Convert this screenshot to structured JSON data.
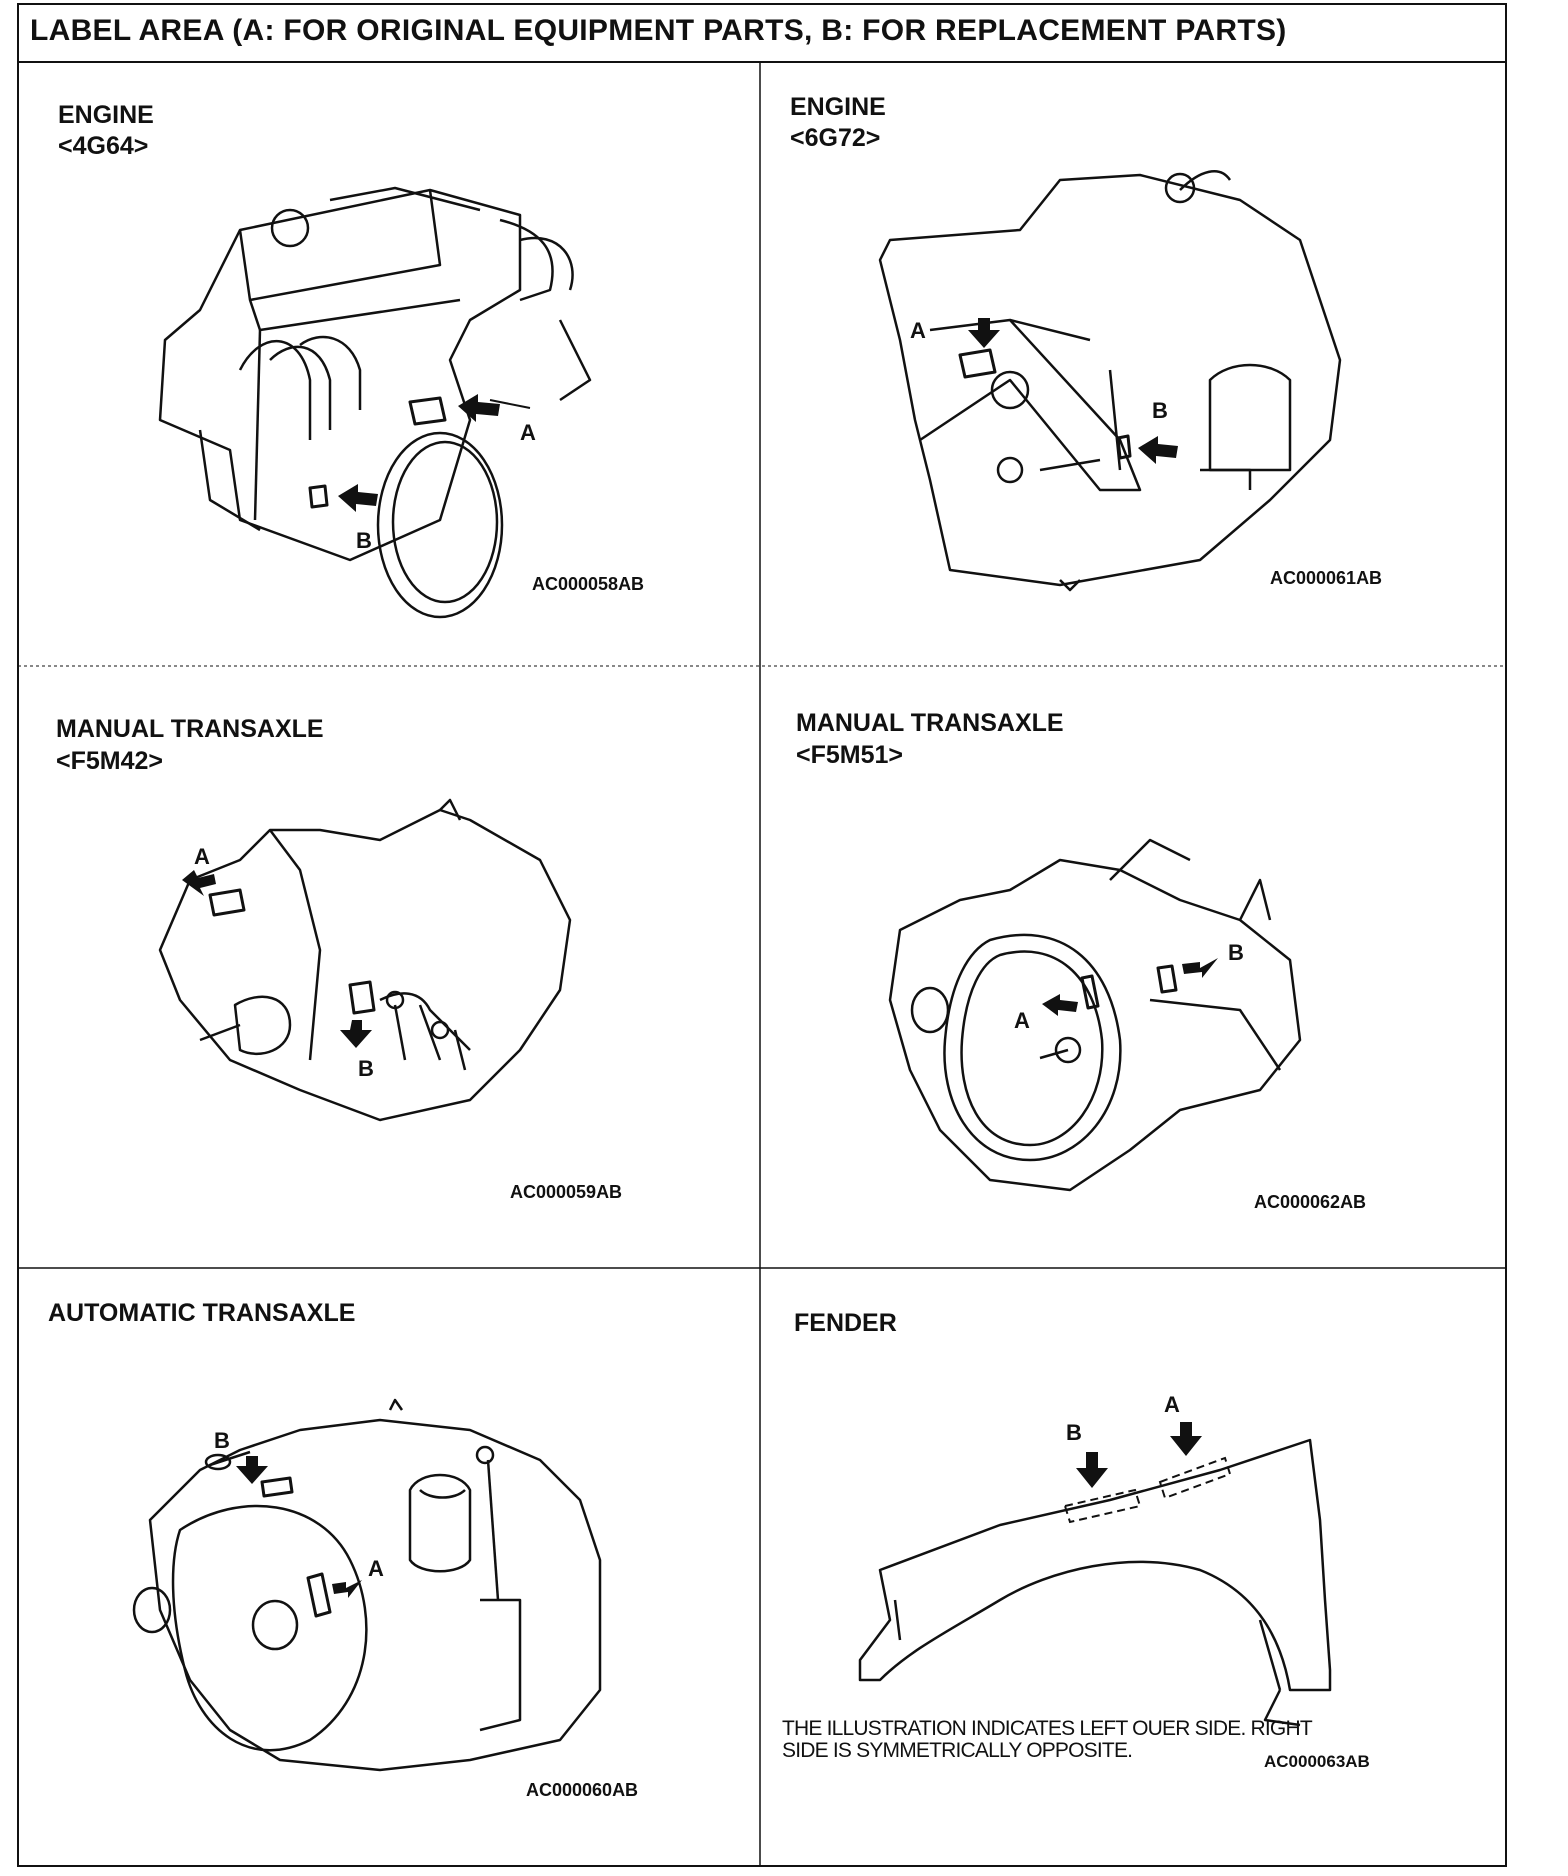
{
  "header": "LABEL AREA (A: FOR ORIGINAL EQUIPMENT PARTS, B: FOR REPLACEMENT PARTS)",
  "panels": [
    {
      "title": "ENGINE",
      "subtitle": "<4G64>",
      "figure_id": "AC000058AB",
      "callouts": [
        "A",
        "B"
      ]
    },
    {
      "title": "ENGINE",
      "subtitle": "<6G72>",
      "figure_id": "AC000061AB",
      "callouts": [
        "A",
        "B"
      ]
    },
    {
      "title": "MANUAL TRANSAXLE",
      "subtitle": "<F5M42>",
      "figure_id": "AC000059AB",
      "callouts": [
        "A",
        "B"
      ]
    },
    {
      "title": "MANUAL TRANSAXLE",
      "subtitle": "<F5M51>",
      "figure_id": "AC000062AB",
      "callouts": [
        "A",
        "B"
      ]
    },
    {
      "title": "AUTOMATIC TRANSAXLE",
      "subtitle": "",
      "figure_id": "AC000060AB",
      "callouts": [
        "B",
        "A"
      ]
    },
    {
      "title": "FENDER",
      "subtitle": "",
      "figure_id": "AC000063AB",
      "callouts": [
        "B",
        "A"
      ],
      "note_line1": "THE ILLUSTRATION INDICATES LEFT OUER SIDE. RIGHT",
      "note_line2": "SIDE IS SYMMETRICALLY OPPOSITE."
    }
  ]
}
